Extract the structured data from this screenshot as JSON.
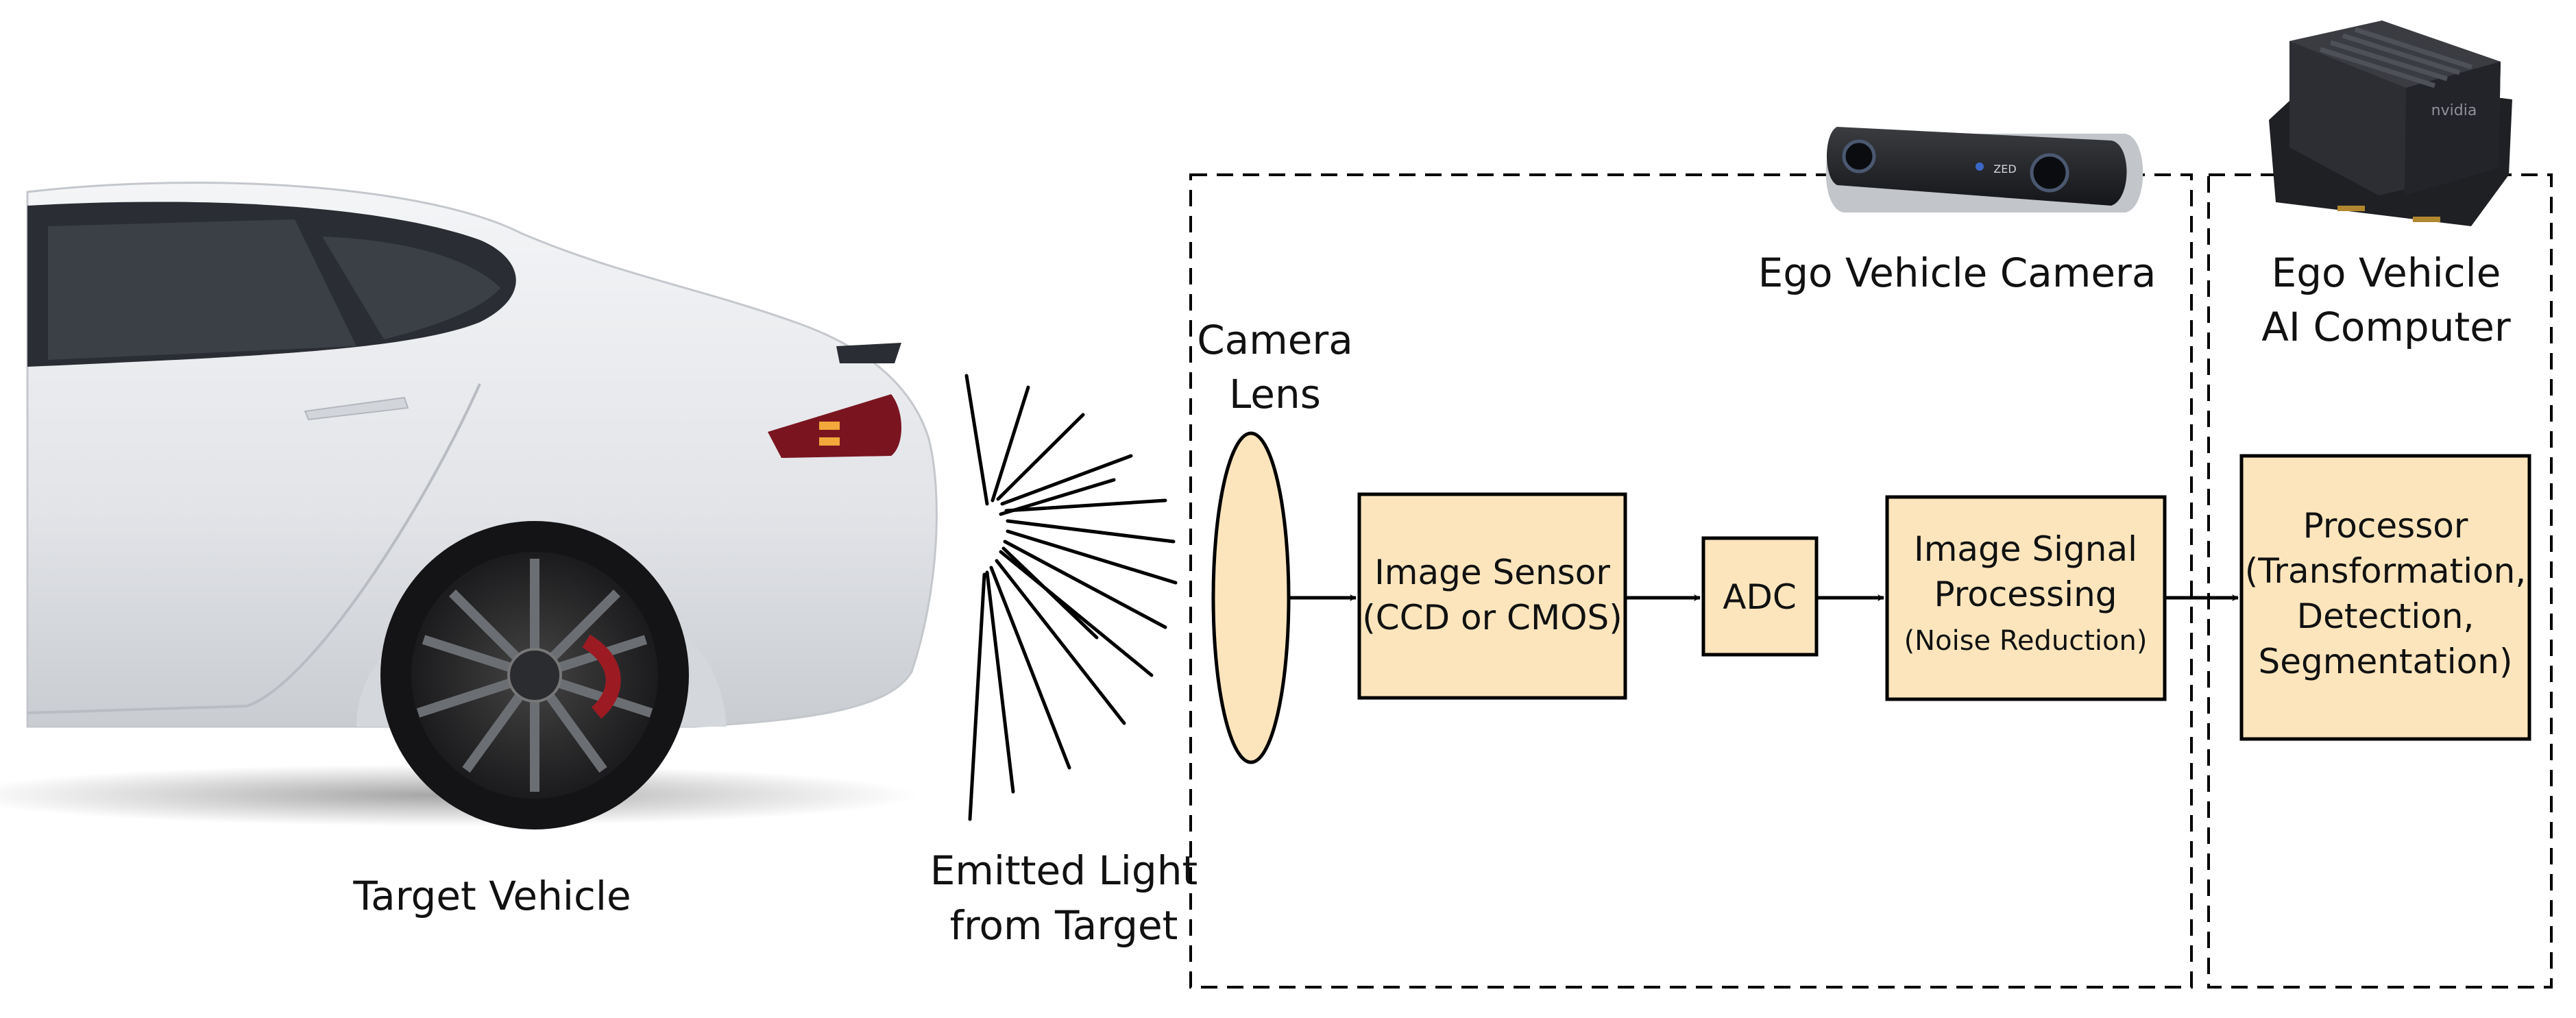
{
  "colors": {
    "block_fill": "#fce5bd",
    "stroke": "#000000",
    "car_body": "#e9ebee",
    "background": "#ffffff"
  },
  "target_vehicle_label": "Target Vehicle",
  "emitted_light": {
    "line1": "Emitted Light",
    "line2": "from Target"
  },
  "camera_lens": {
    "line1": "Camera",
    "line2": "Lens"
  },
  "ego_camera_label": "Ego Vehicle Camera",
  "ego_computer": {
    "line1": "Ego Vehicle",
    "line2": "AI Computer"
  },
  "image_sensor": {
    "line1": "Image Sensor",
    "line2": "(CCD or CMOS)"
  },
  "adc": {
    "label": "ADC"
  },
  "isp": {
    "line1": "Image Signal",
    "line2": "Processing",
    "line3": "(Noise Reduction)"
  },
  "processor": {
    "line1": "Processor",
    "line2": "(Transformation,",
    "line3": "Detection,",
    "line4": "Segmentation)"
  },
  "camera_device": {
    "logo": "ZED",
    "icon": "stereo-camera-icon"
  },
  "computer_device": {
    "logo": "nvidia",
    "icon": "ai-computer-icon"
  },
  "car": {
    "icon": "sedan-car-icon"
  }
}
